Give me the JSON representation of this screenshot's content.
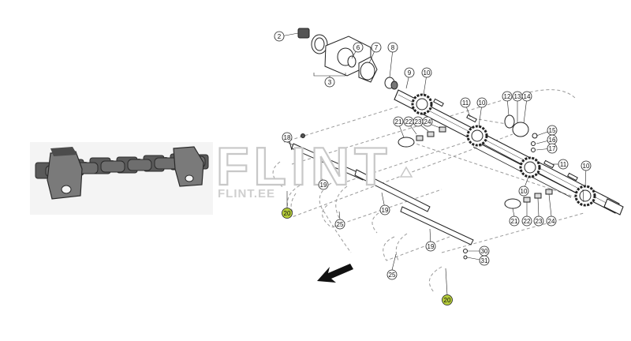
{
  "watermark": {
    "brand": "FLINT",
    "site": "FLINT.EE"
  },
  "callouts": [
    {
      "label": "2"
    },
    {
      "label": "3"
    },
    {
      "label": "6"
    },
    {
      "label": "7"
    },
    {
      "label": "8"
    },
    {
      "label": "9"
    },
    {
      "label": "10"
    },
    {
      "label": "10"
    },
    {
      "label": "10"
    },
    {
      "label": "10"
    },
    {
      "label": "11"
    },
    {
      "label": "11"
    },
    {
      "label": "12"
    },
    {
      "label": "13"
    },
    {
      "label": "14"
    },
    {
      "label": "15"
    },
    {
      "label": "16"
    },
    {
      "label": "17"
    },
    {
      "label": "18"
    },
    {
      "label": "19"
    },
    {
      "label": "19"
    },
    {
      "label": "19"
    },
    {
      "label": "20",
      "highlight": true
    },
    {
      "label": "20",
      "highlight": true
    },
    {
      "label": "21"
    },
    {
      "label": "22"
    },
    {
      "label": "23"
    },
    {
      "label": "24"
    },
    {
      "label": "21"
    },
    {
      "label": "22"
    },
    {
      "label": "23"
    },
    {
      "label": "24"
    },
    {
      "label": "25"
    },
    {
      "label": "25"
    },
    {
      "label": "30"
    },
    {
      "label": "31"
    }
  ],
  "colors": {
    "line": "#222222",
    "dash": "#9a9a9a",
    "highlight": "#b5cc3a",
    "watermark": "#c8c8c8"
  }
}
